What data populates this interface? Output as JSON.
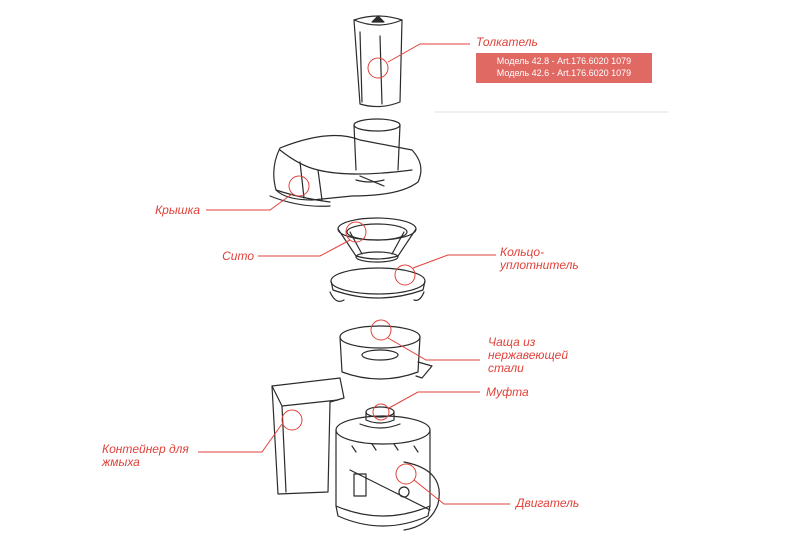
{
  "colors": {
    "accent": "#e0423a",
    "label_box": "#e06963",
    "line_art": "#2b2b2b",
    "text_box": "#ffffff"
  },
  "labels": {
    "pusher": "Толкатель",
    "lid": "Крышка",
    "sieve": "Сито",
    "ring_line1": "Кольцо-",
    "ring_line2": "уплотнитель",
    "bowl_line1": "Чаща из",
    "bowl_line2": "нержавеющей",
    "bowl_line3": "стали",
    "coupling": "Муфта",
    "container_line1": "Контейнер для",
    "container_line2": "жмыха",
    "motor": "Двигатель"
  },
  "models": {
    "line1": "Модель 42.8 - Art.176.6020 1079",
    "line2": "Модель 42.6 - Art.176.6020 1079"
  }
}
